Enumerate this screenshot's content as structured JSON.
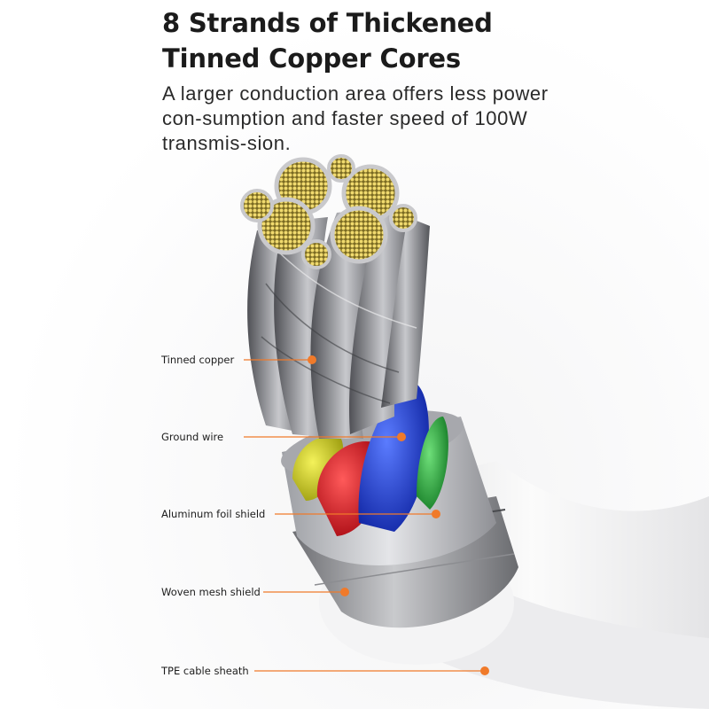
{
  "heading": {
    "title_line1": "8 Strands of Thickened",
    "title_line2": "Tinned Copper Cores",
    "description": "A larger conduction area offers less power con-sumption and faster speed of 100W transmis-sion."
  },
  "callouts": [
    {
      "label": "Tinned copper"
    },
    {
      "label": "Ground wire"
    },
    {
      "label": "Aluminum foil shield"
    },
    {
      "label": "Woven mesh shield"
    },
    {
      "label": "TPE cable sheath"
    }
  ],
  "colors": {
    "accent": "#f07a2a",
    "copper_tin": "#e9d36a",
    "wire_red": "#d4121c",
    "wire_blue": "#1b3fd6",
    "wire_green": "#2fb43a",
    "wire_yellow": "#d6d21a",
    "sheath": "#f2f2f3"
  }
}
